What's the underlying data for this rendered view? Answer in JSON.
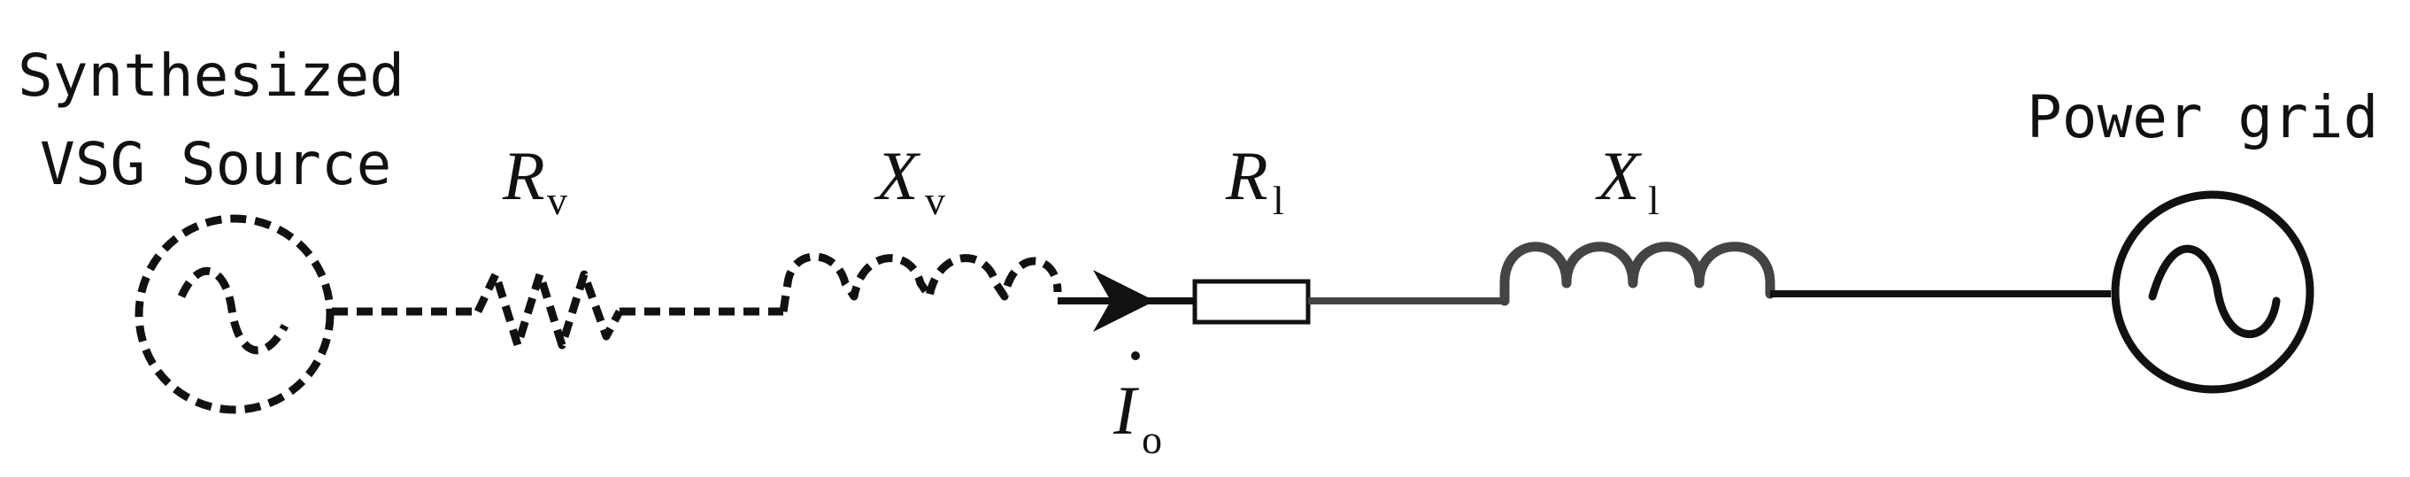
{
  "source": {
    "line1": "Synthesized",
    "line2": "VSG Source"
  },
  "grid": {
    "label": "Power grid"
  },
  "components": {
    "rv": {
      "symbol": "R",
      "sub": "v"
    },
    "xv": {
      "symbol": "X",
      "sub": "v"
    },
    "rl": {
      "symbol": "R",
      "sub": "l"
    },
    "xl": {
      "symbol": "X",
      "sub": "l"
    }
  },
  "current": {
    "symbol": "I",
    "sub": "o"
  }
}
